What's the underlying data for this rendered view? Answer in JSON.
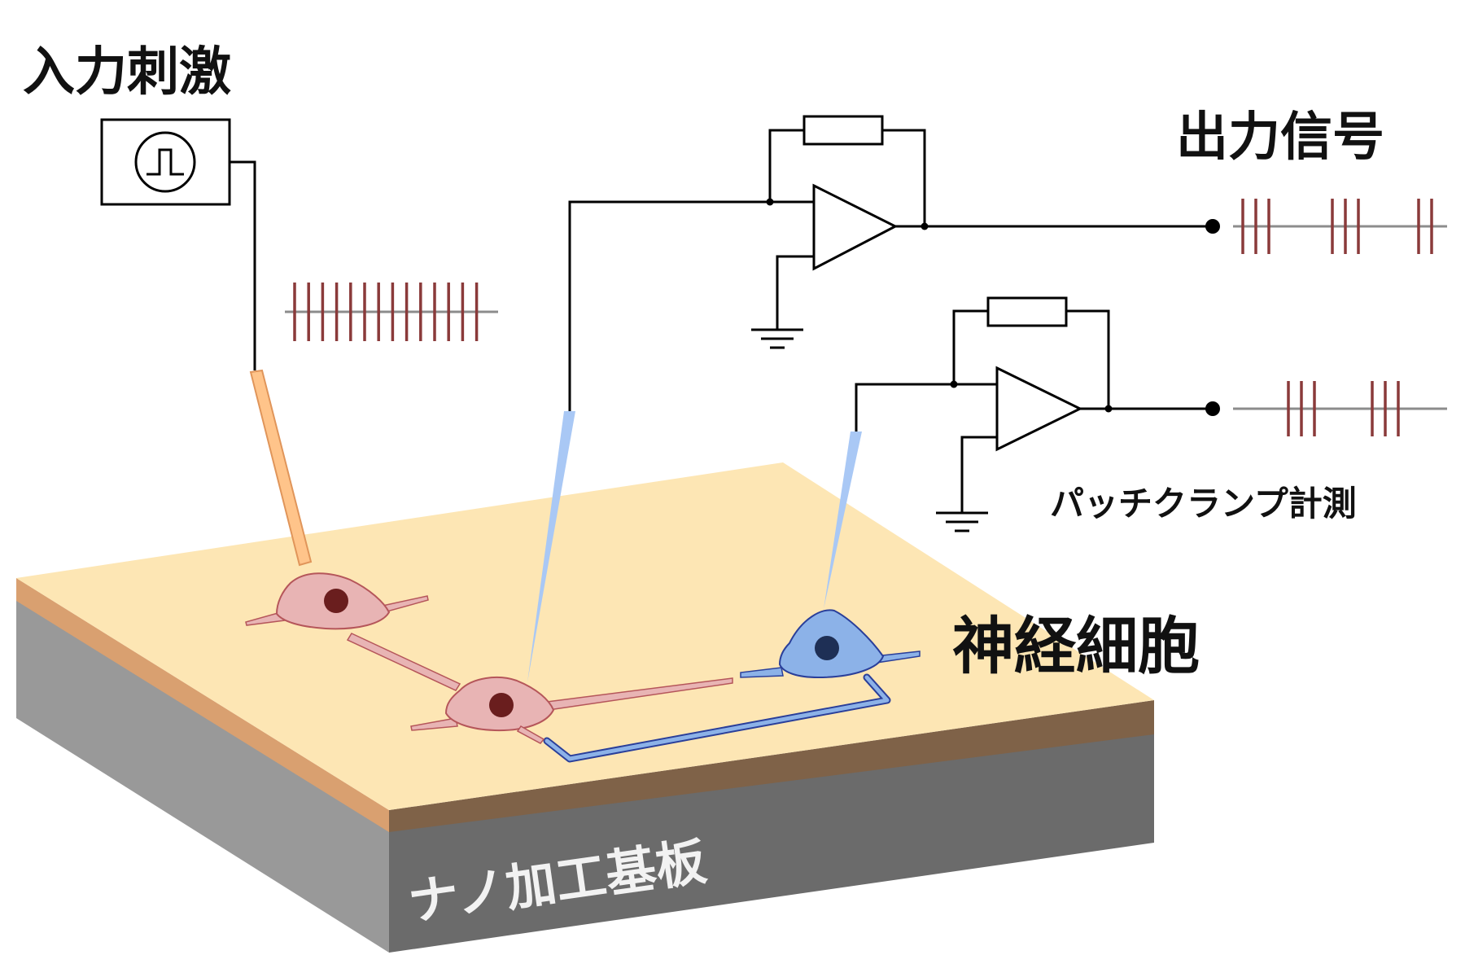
{
  "labels": {
    "input_stimulus": "入力刺激",
    "output_signal": "出力信号",
    "patch_clamp": "パッチクランプ計測",
    "neuron": "神経細胞",
    "substrate": "ナノ加工基板"
  },
  "spike_trains": {
    "input": {
      "spikes": 14
    },
    "output_top": {
      "groups": [
        3,
        3,
        2
      ]
    },
    "output_bottom": {
      "groups": [
        3,
        3
      ]
    }
  },
  "colors": {
    "substrate_top": "#fde6b4",
    "substrate_edge_left": "#d9a070",
    "substrate_edge_right": "#7f6248",
    "substrate_side_left": "#999999",
    "substrate_side_right": "#6b6b6b",
    "neuron_pink": "#e8b4b4",
    "neuron_pink_stroke": "#b5565a",
    "nucleus_dark": "#6a1e1e",
    "neuron_blue": "#8cb2e8",
    "neuron_blue_stroke": "#2a3f9a",
    "nucleus_blue": "#1e2f55",
    "stim_electrode": "#ffc48a",
    "record_electrode": "#a9c8f5",
    "spike": "#8a3a3a",
    "baseline": "#8c8c8c"
  },
  "icons": [
    "pulse-generator-icon",
    "ground-icon",
    "op-amp-icon",
    "resistor-icon"
  ]
}
